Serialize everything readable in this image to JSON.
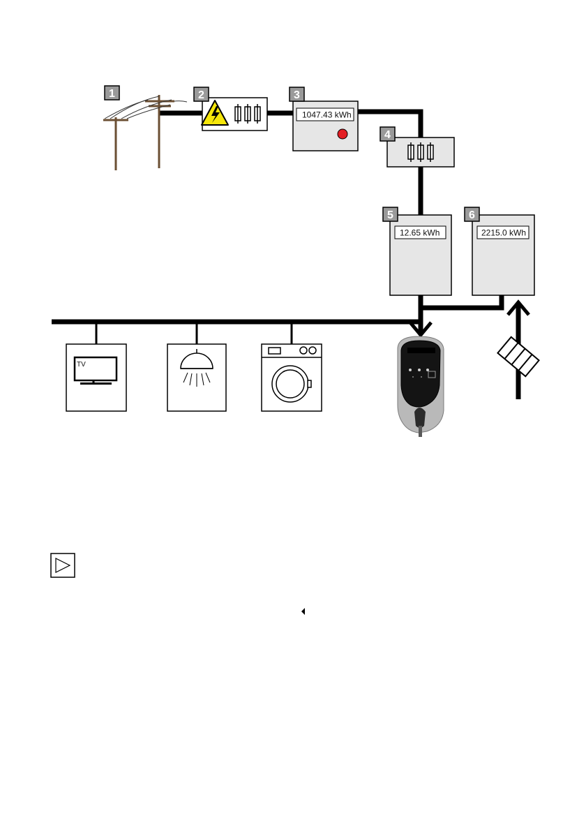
{
  "badges": [
    "1",
    "2",
    "3",
    "4",
    "5",
    "6"
  ],
  "meters": {
    "main": "1047.43 kWh",
    "charger": "12.65 kWh",
    "solar": "2215.0 kWh"
  },
  "tv_label": "TV",
  "colors": {
    "badge_fill": "#9a9a9a",
    "box_fill": "#e6e6e6",
    "wire": "#000000",
    "pole": "#6b4f33",
    "warning_yellow": "#f5e60a",
    "meter_led": "#e31e24"
  },
  "icons": [
    "utility-pole-icon",
    "high-voltage-warning-icon",
    "fuse-icon",
    "tv-icon",
    "lamp-icon",
    "washing-machine-icon",
    "ev-charger-icon",
    "solar-panel-icon",
    "play-icon",
    "triangle-left-icon"
  ]
}
